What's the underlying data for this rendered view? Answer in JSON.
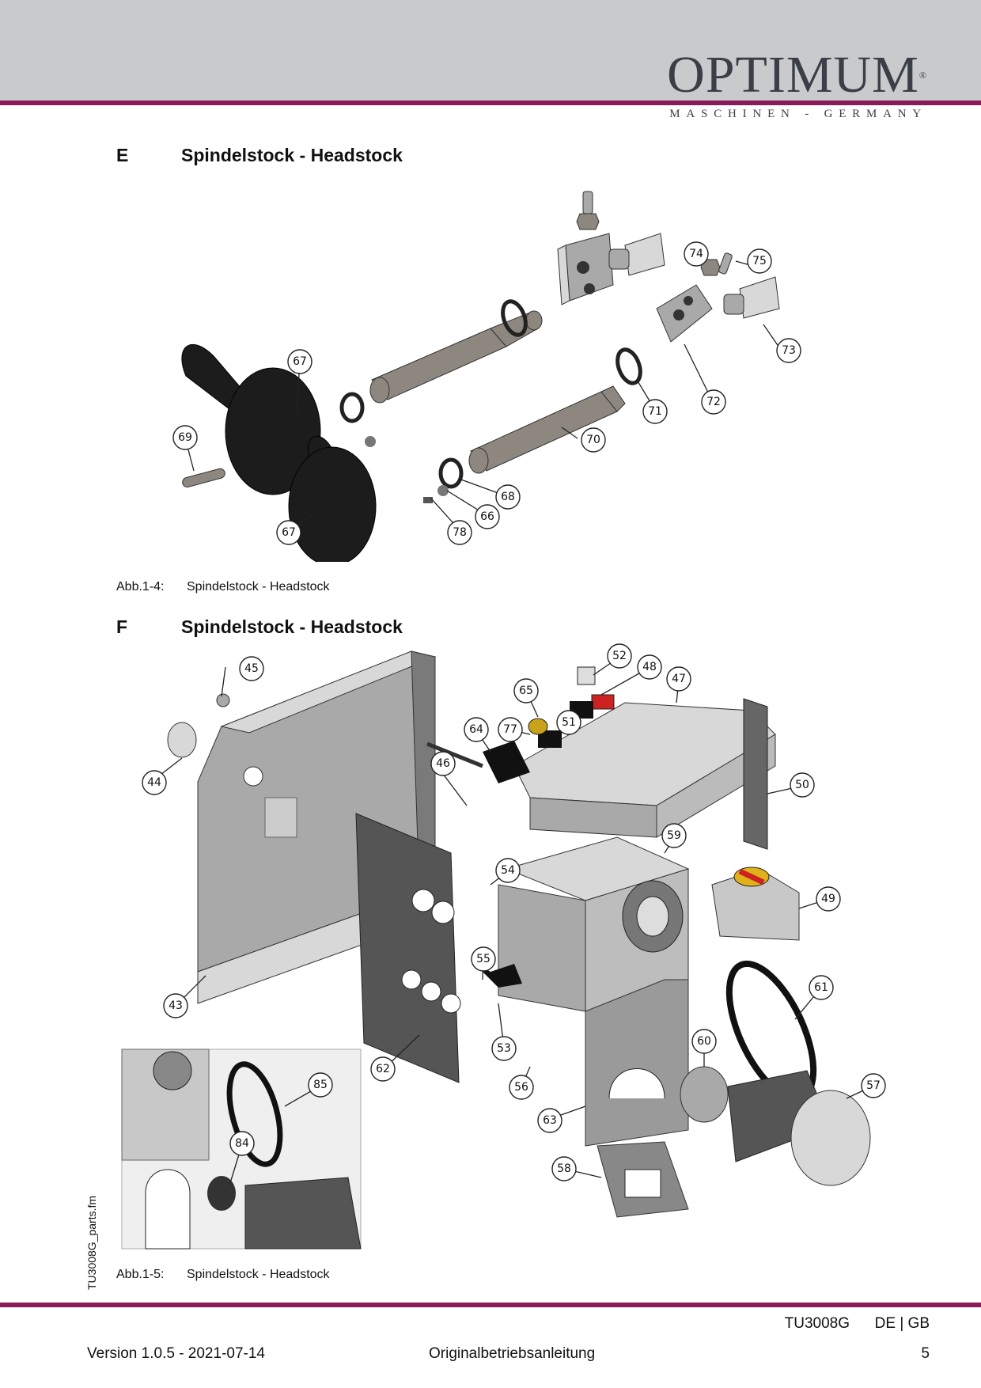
{
  "header": {
    "brand": "OPTIMUM",
    "brand_mark": "®",
    "brand_sub": "MASCHINEN - GERMANY",
    "colors": {
      "band": "#c9cacc",
      "rule": "#8a1a5a",
      "logo": "#3a3f47"
    }
  },
  "section_e": {
    "letter": "E",
    "title": "Spindelstock - Headstock",
    "caption_ref": "Abb.1-4:",
    "caption_text": "Spindelstock - Headstock",
    "callouts": [
      "67",
      "69",
      "67",
      "78",
      "66",
      "68",
      "70",
      "71",
      "72",
      "73",
      "74",
      "75"
    ]
  },
  "section_f": {
    "letter": "F",
    "title": "Spindelstock - Headstock",
    "caption_ref": "Abb.1-5:",
    "caption_text": "Spindelstock - Headstock",
    "callouts": [
      "45",
      "44",
      "43",
      "46",
      "64",
      "77",
      "65",
      "51",
      "52",
      "48",
      "47",
      "50",
      "59",
      "54",
      "55",
      "49",
      "61",
      "62",
      "53",
      "56",
      "60",
      "57",
      "63",
      "58",
      "85",
      "84"
    ]
  },
  "side_label": "TU3008G_parts.fm",
  "footer": {
    "model": "TU3008G",
    "lang": "DE | GB",
    "version": "Version 1.0.5 - 2021-07-14",
    "doc_type": "Originalbetriebsanleitung",
    "page": "5"
  }
}
